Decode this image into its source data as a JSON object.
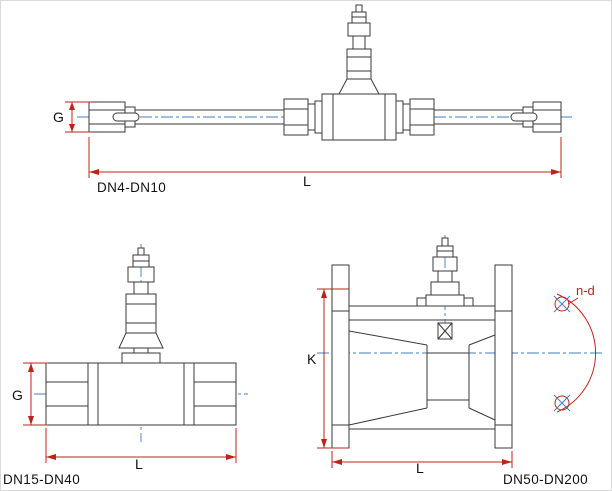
{
  "colors": {
    "line": "#3a3a3a",
    "dim": "#bf2318",
    "center": "#3f7cc0",
    "text": "#111111"
  },
  "figures": {
    "top": {
      "label": "DN4-DN10",
      "dim_side": "G",
      "dim_length": "L"
    },
    "bottom_left": {
      "label": "DN15-DN40",
      "dim_side": "G",
      "dim_length": "L"
    },
    "bottom_right": {
      "label": "DN50-DN200",
      "dim_side": "K",
      "dim_length": "L",
      "bolt_note": "n-d"
    }
  }
}
